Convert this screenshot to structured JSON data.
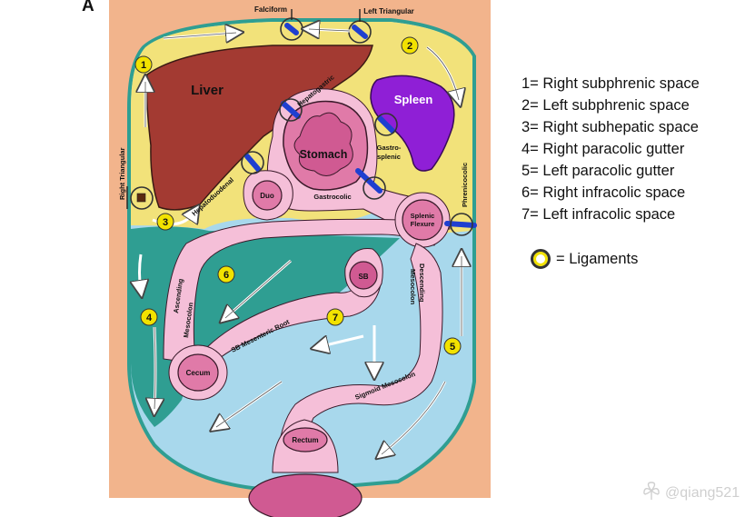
{
  "panel_letter": "A",
  "labels": {
    "liver": "Liver",
    "spleen": "Spleen",
    "stomach": "Stomach",
    "duo": "Duo",
    "sb": "SB",
    "cecum": "Cecum",
    "rectum": "Rectum",
    "splenic_flexure_1": "Splenic",
    "splenic_flexure_2": "Flexure",
    "falciform": "Falciform",
    "left_triangular": "Left Triangular",
    "hepatogastric": "Hepatogastric",
    "gastrosplenic_1": "Gastro-",
    "gastrosplenic_2": "splenic",
    "gastrocolic": "Gastrocolic",
    "phrenicocolic": "Phrenicocolic",
    "hepatoduodenal": "Hepatoduodenal",
    "right_triangular": "Right Triangular",
    "ascending_mesocolon_1": "Ascending",
    "ascending_mesocolon_2": "Mesocolon",
    "descending_mesocolon_1": "Descending",
    "descending_mesocolon_2": "Mesocolon",
    "sb_mesenteric_root": "SB Mesenteric Root",
    "sigmoid_mesocolon": "Sigmoid Mesocolon"
  },
  "numbers": [
    "1",
    "2",
    "3",
    "4",
    "5",
    "6",
    "7"
  ],
  "legend": [
    "1= Right subphrenic space",
    "2= Left subphrenic space",
    "3= Right subhepatic space",
    "4= Right paracolic gutter",
    "5= Left paracolic gutter",
    "6= Right infracolic space",
    "7= Left infracolic space"
  ],
  "ligament_legend": "= Ligaments",
  "watermark": "@qiang521",
  "colors": {
    "frame": "#f2b48c",
    "yellow": "#f2e27a",
    "liver": "#a33a32",
    "spleen": "#8f1fd6",
    "pink_light": "#f5bfd8",
    "pink_mid": "#e07aa8",
    "teal": "#2f9e92",
    "blue_light": "#a8d8ec",
    "ligament_blue": "#1f3fd0",
    "number_yellow": "#f2e200"
  }
}
